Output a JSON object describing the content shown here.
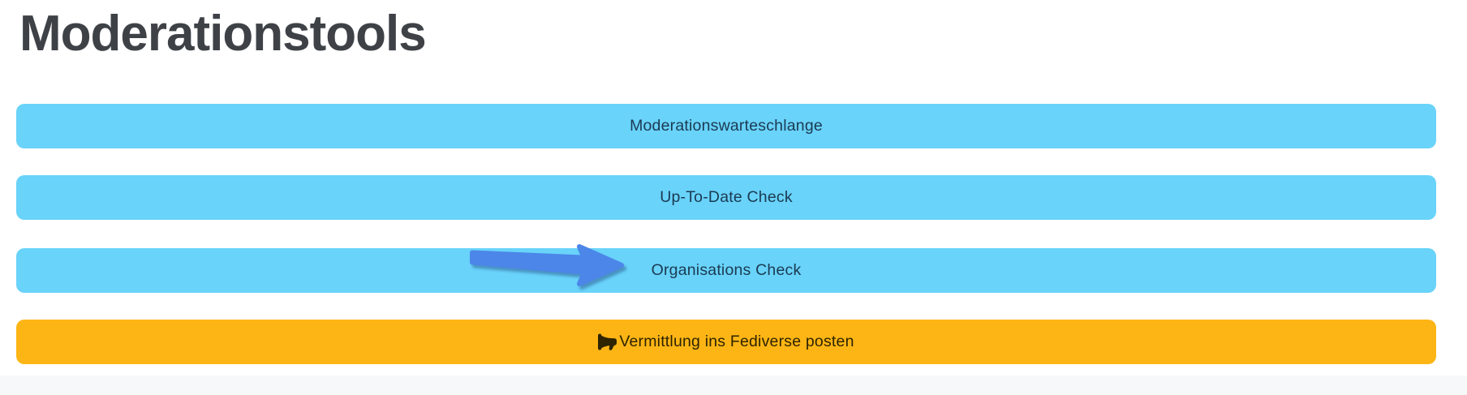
{
  "page": {
    "title": "Moderationstools"
  },
  "buttons": {
    "moderation_queue": {
      "label": "Moderationswarteschlange"
    },
    "up_to_date": {
      "label": "Up-To-Date Check"
    },
    "organisations": {
      "label": "Organisations Check"
    },
    "post_fediverse": {
      "label": "Vermittlung ins Fediverse posten",
      "icon": "megaphone-icon"
    }
  },
  "annotation": {
    "type": "arrow-right",
    "target_label": "Organisations Check"
  },
  "colors": {
    "page_bg": "#ffffff",
    "heading_text": "#3e4247",
    "button_blue": "#69d3fa",
    "button_blue_text": "#1b3a52",
    "button_orange": "#fdb515",
    "button_orange_text": "#2e2400",
    "arrow_blue": "#4c86e8",
    "bottom_strip": "#f7f8fa"
  }
}
